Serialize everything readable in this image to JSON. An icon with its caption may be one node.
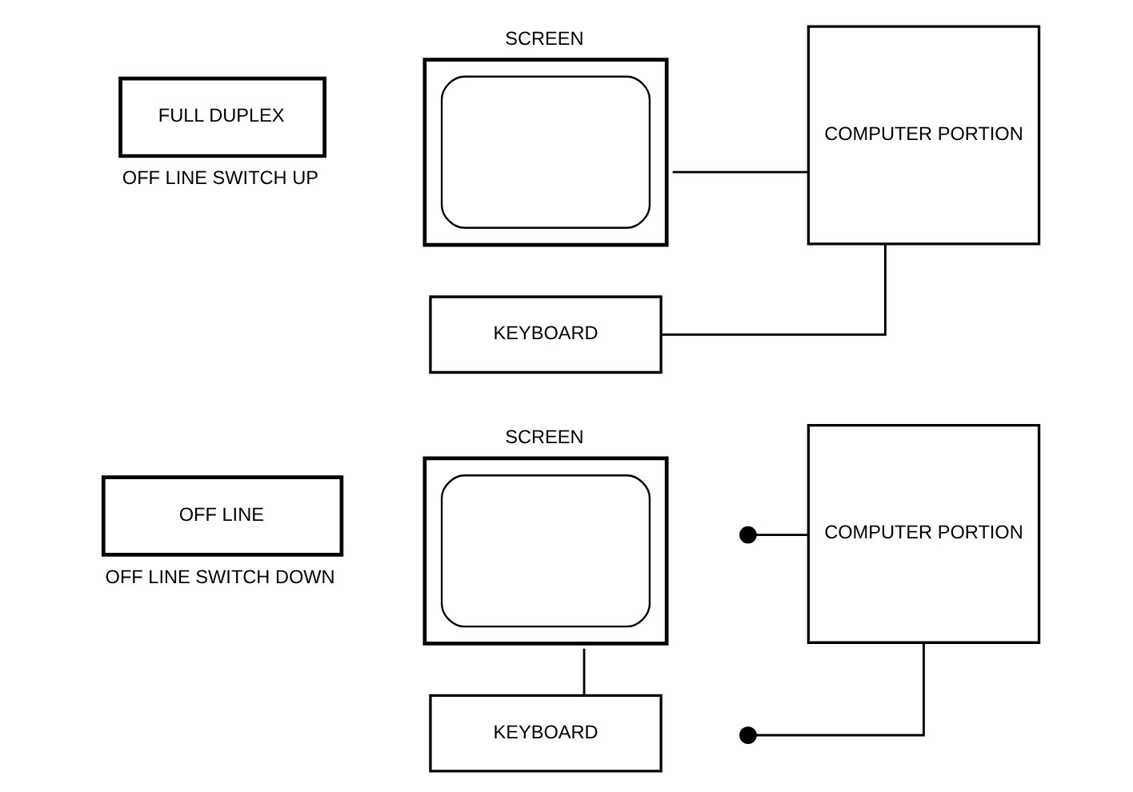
{
  "diagram": {
    "nodes": [
      {
        "text": [
          "FULL DUPLEX"
        ],
        "beside": [
          "OFF LINE SWITCH UP"
        ]
      },
      {
        "text": [
          "SCREEN"
        ]
      },
      {
        "text": [
          "KEYBOARD"
        ]
      },
      {
        "text": [
          "COMPUTER PORTION"
        ]
      },
      {
        "text": [
          "OFF LINE"
        ],
        "beside": [
          "OFF LINE SWITCH DOWN"
        ]
      },
      {
        "text": [
          "SCREEN"
        ]
      },
      {
        "text": [
          "KEYBOARD"
        ]
      },
      {
        "text": [
          "COMPUTER PORTION"
        ]
      }
    ],
    "edges": [
      {
        "from": 1,
        "to": 3,
        "arrow": "none"
      },
      {
        "from": 2,
        "to": 3,
        "arrow": "none"
      },
      {
        "from": 6,
        "to": 5,
        "arrow": "none"
      },
      {
        "from": 7,
        "to": null,
        "arrow": "other"
      },
      {
        "from": 7,
        "to": null,
        "arrow": "other"
      }
    ]
  }
}
